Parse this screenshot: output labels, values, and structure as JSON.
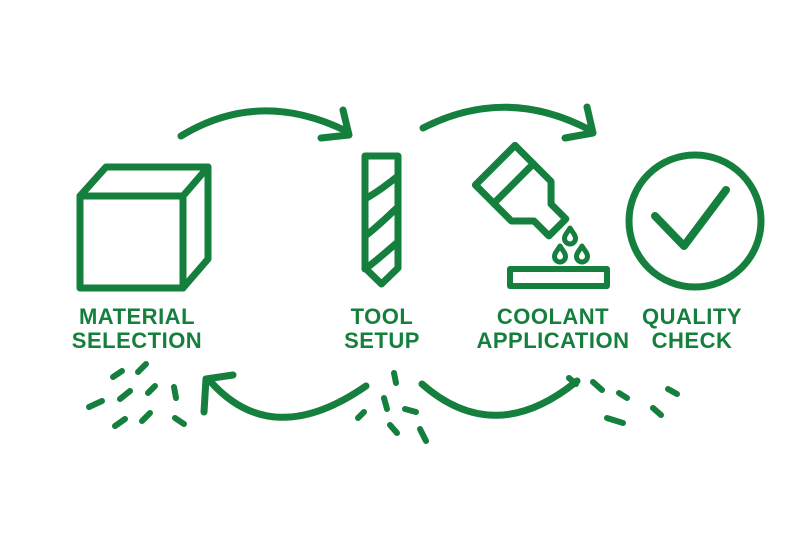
{
  "colors": {
    "accent": "#157F3E",
    "background": "#FFFFFF"
  },
  "steps": [
    {
      "icon": "cube-icon",
      "label_line1": "MATERIAL",
      "label_line2": "SELECTION"
    },
    {
      "icon": "drill-bit-icon",
      "label_line1": "TOOL",
      "label_line2": "SETUP"
    },
    {
      "icon": "coolant-bottle-icon",
      "label_line1": "COOLANT",
      "label_line2": "APPLICATION"
    },
    {
      "icon": "check-circle-icon",
      "label_line1": "QUALITY",
      "label_line2": "CHECK"
    }
  ]
}
